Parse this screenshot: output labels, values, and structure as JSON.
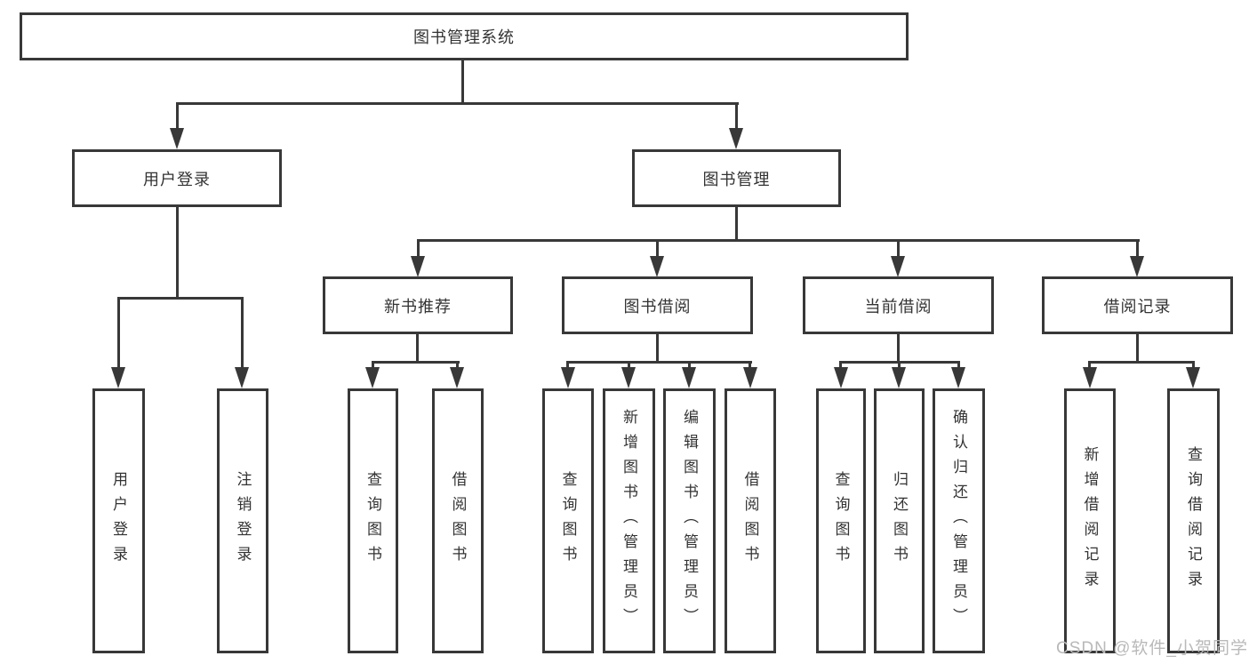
{
  "diagram": {
    "title": "图书管理系统",
    "root": {
      "label": "图书管理系统"
    },
    "level2": [
      {
        "id": "user-login",
        "label": "用户登录"
      },
      {
        "id": "book-management",
        "label": "图书管理"
      }
    ],
    "level3": [
      {
        "id": "new-book-recommend",
        "label": "新书推荐",
        "parent": "图书管理"
      },
      {
        "id": "book-borrowing",
        "label": "图书借阅",
        "parent": "图书管理"
      },
      {
        "id": "current-borrowing",
        "label": "当前借阅",
        "parent": "图书管理"
      },
      {
        "id": "borrowing-records",
        "label": "借阅记录",
        "parent": "图书管理"
      }
    ],
    "leaves": [
      {
        "label": "用户登录",
        "parent": "用户登录"
      },
      {
        "label": "注销登录",
        "parent": "用户登录"
      },
      {
        "label": "查询图书",
        "parent": "新书推荐"
      },
      {
        "label": "借阅图书",
        "parent": "新书推荐"
      },
      {
        "label": "查询图书",
        "parent": "图书借阅"
      },
      {
        "label": "新增图书（管理员）",
        "parent": "图书借阅"
      },
      {
        "label": "编辑图书（管理员）",
        "parent": "图书借阅"
      },
      {
        "label": "借阅图书",
        "parent": "图书借阅"
      },
      {
        "label": "查询图书",
        "parent": "当前借阅"
      },
      {
        "label": "归还图书",
        "parent": "当前借阅"
      },
      {
        "label": "确认归还（管理员）",
        "parent": "当前借阅"
      },
      {
        "label": "新增借阅记录",
        "parent": "借阅记录"
      },
      {
        "label": "查询借阅记录",
        "parent": "借阅记录"
      }
    ],
    "colors": {
      "line": "#383838",
      "box_fill": "#ffffff",
      "text": "#333333",
      "watermark": "#b9b9b9"
    }
  },
  "watermark": {
    "text": "CSDN @软件_小贺同学"
  }
}
